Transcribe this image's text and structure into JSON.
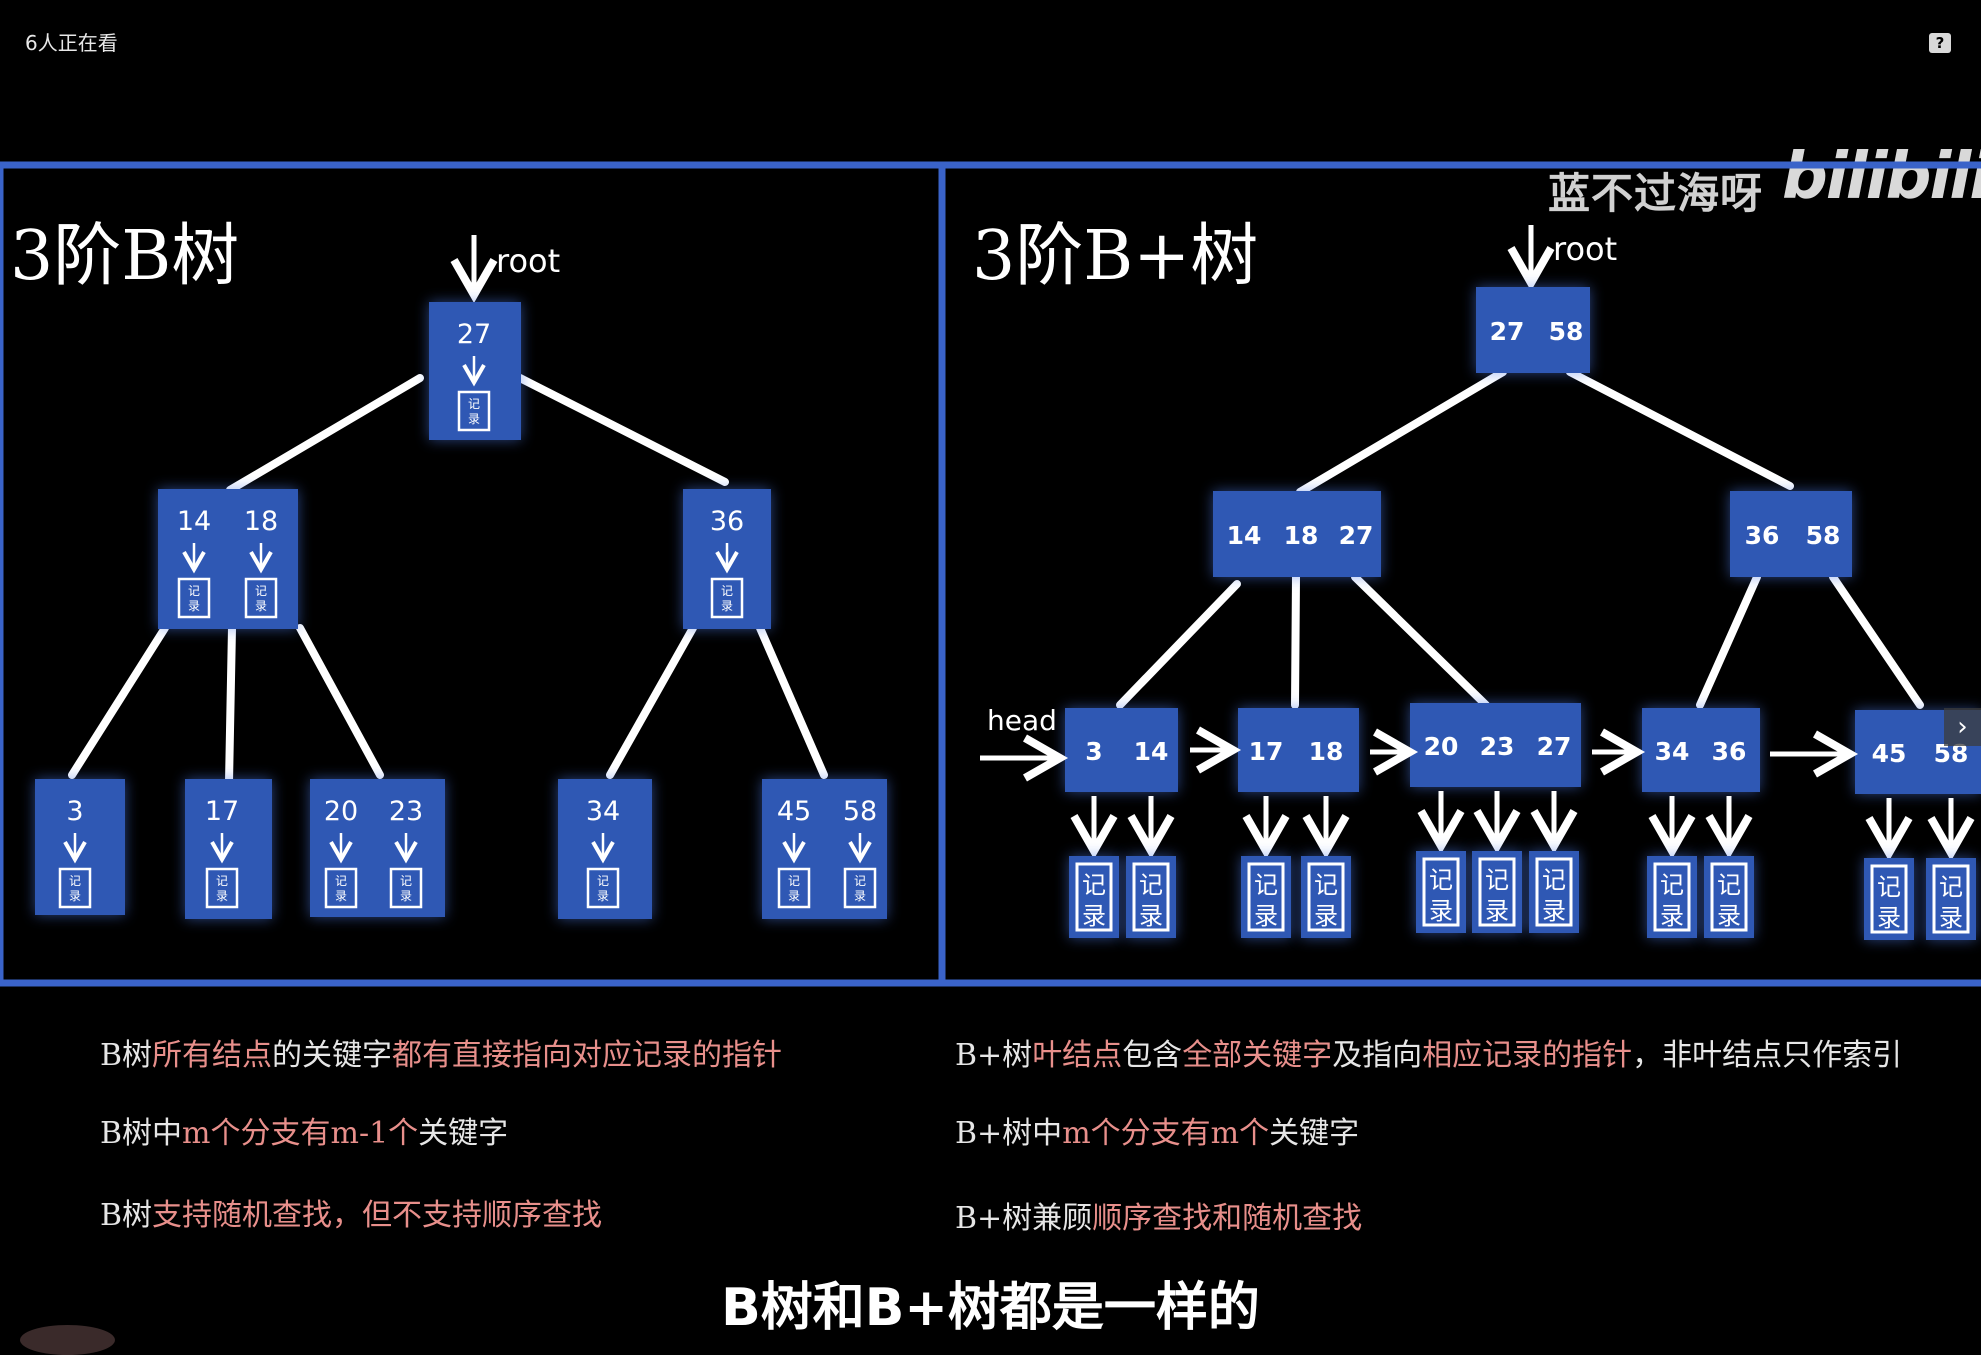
{
  "overlay": {
    "viewers": "6人正在看",
    "help_icon": "question-mark",
    "watermark_text": "蓝不过海呀",
    "watermark_logo": "bilibili",
    "caption": "B树和B+树都是一样的"
  },
  "colors": {
    "panel_border": "#3a63c9",
    "node_fill": "#2f58b4",
    "node_glow": "#4d7ce8",
    "highlight": "#e88f8b"
  },
  "btree": {
    "title": "3阶B树",
    "root_label": "root",
    "record_label": "记录",
    "nodes": {
      "root": [
        "27"
      ],
      "mid_left": [
        "14",
        "18"
      ],
      "mid_right": [
        "36"
      ],
      "leaf1": [
        "3"
      ],
      "leaf2": [
        "17"
      ],
      "leaf3": [
        "20",
        "23"
      ],
      "leaf4": [
        "34"
      ],
      "leaf5": [
        "45",
        "58"
      ]
    },
    "descriptions": [
      {
        "parts": [
          {
            "text": "B树",
            "hl": false
          },
          {
            "text": "所有结点",
            "hl": true
          },
          {
            "text": "的关键字",
            "hl": false
          },
          {
            "text": "都有直接指向对应记录的指针",
            "hl": true
          }
        ]
      },
      {
        "parts": [
          {
            "text": "B树中",
            "hl": false
          },
          {
            "text": "m个分支有m-1个",
            "hl": true
          },
          {
            "text": "关键字",
            "hl": false
          }
        ]
      },
      {
        "parts": [
          {
            "text": "B树",
            "hl": false
          },
          {
            "text": "支持随机查找，但不支持顺序查找",
            "hl": true
          }
        ]
      }
    ]
  },
  "bplustree": {
    "title": "3阶B+树",
    "root_label": "root",
    "head_label": "head",
    "record_top": "记",
    "record_bottom": "录",
    "nodes": {
      "root": [
        "27",
        "58"
      ],
      "mid_left": [
        "14",
        "18",
        "27"
      ],
      "mid_right": [
        "36",
        "58"
      ],
      "leaf1": [
        "3",
        "14"
      ],
      "leaf2": [
        "17",
        "18"
      ],
      "leaf3": [
        "20",
        "23",
        "27"
      ],
      "leaf4": [
        "34",
        "36"
      ],
      "leaf5": [
        "45",
        "58"
      ]
    },
    "descriptions": [
      {
        "parts": [
          {
            "text": "B+树",
            "hl": false
          },
          {
            "text": "叶结点",
            "hl": true
          },
          {
            "text": "包含",
            "hl": false
          },
          {
            "text": "全部关键字",
            "hl": true
          },
          {
            "text": "及指向",
            "hl": false
          },
          {
            "text": "相应记录的指针",
            "hl": true
          },
          {
            "text": "，非叶结点只作索引",
            "hl": false
          }
        ]
      },
      {
        "parts": [
          {
            "text": "B+树中",
            "hl": false
          },
          {
            "text": "m个分支有m个",
            "hl": true
          },
          {
            "text": "关键字",
            "hl": false
          }
        ]
      },
      {
        "parts": [
          {
            "text": "B+树兼顾",
            "hl": false
          },
          {
            "text": "顺序查找和随机查找",
            "hl": true
          }
        ]
      }
    ]
  }
}
